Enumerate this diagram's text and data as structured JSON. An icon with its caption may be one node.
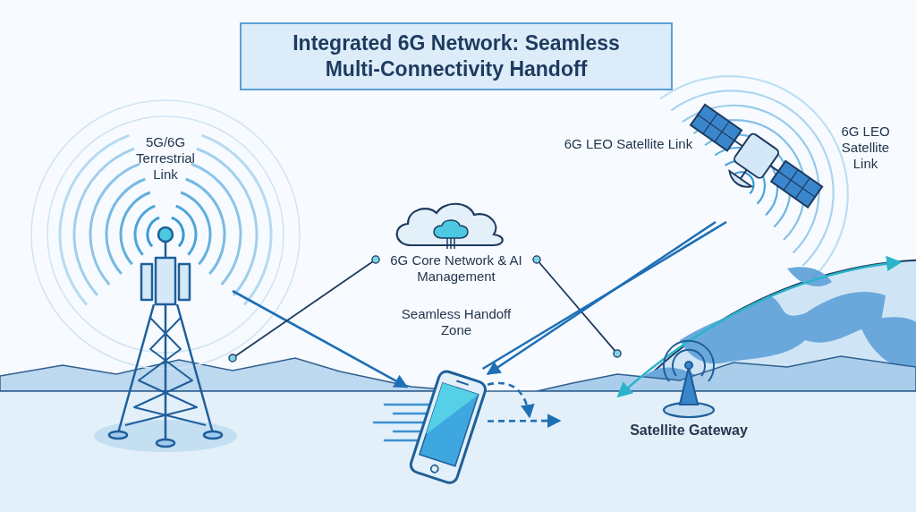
{
  "diagram": {
    "title": "Integrated 6G Network: Seamless Multi-Connectivity Handoff",
    "nodes": [
      {
        "text": [],
        "shape": "picture"
      },
      {
        "text": [
          "6G Core Network & AI Management"
        ]
      },
      {
        "text": [],
        "shape": "picture"
      },
      {
        "text": [],
        "shape": "picture"
      },
      {
        "text": [
          "Satellite Gateway"
        ]
      }
    ],
    "edges": [
      {
        "from": 0,
        "to": 2,
        "arrow": "to"
      },
      {
        "from": 1,
        "to": 0,
        "arrow": "other",
        "color": "#1e3a5f"
      },
      {
        "from": 1,
        "to": 4,
        "arrow": "other",
        "color": "#1e3a5f"
      },
      {
        "from": 3,
        "to": 2,
        "arrow": "to"
      },
      {
        "from": 2,
        "to": 3,
        "arrow": "none"
      },
      {
        "from": 2,
        "to": null,
        "arrow": "to",
        "style": "dashed"
      },
      {
        "from": 2,
        "to": null,
        "arrow": "to",
        "style": "dashed"
      }
    ],
    "labels": [
      "5G/6G Terrestrial Link",
      "6G LEO Satellite Link",
      "6G LEO Satellite Link",
      "Seamless Handoff Zone"
    ]
  }
}
